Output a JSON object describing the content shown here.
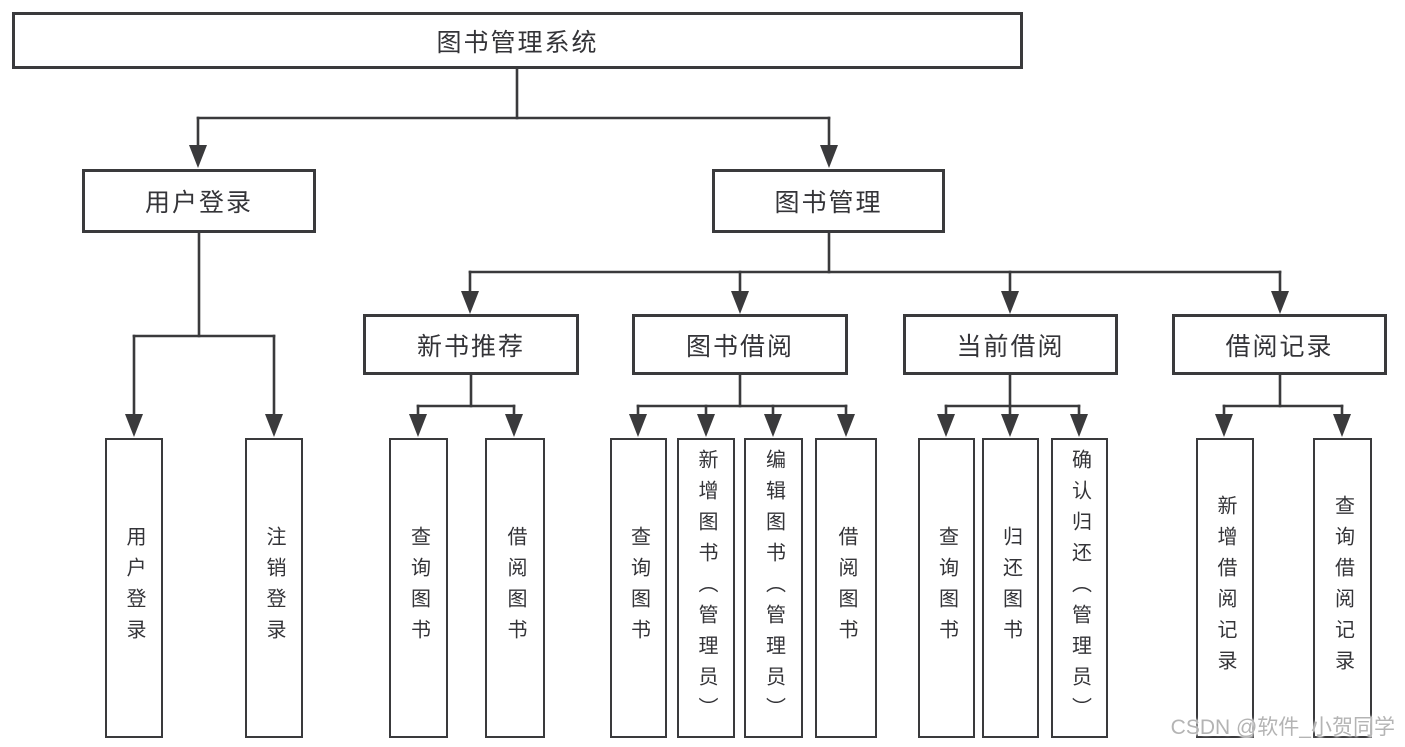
{
  "tree": {
    "label": "图书管理系统",
    "children": [
      {
        "label": "用户登录",
        "children": [
          {
            "label": "用户登录"
          },
          {
            "label": "注销登录"
          }
        ]
      },
      {
        "label": "图书管理",
        "children": [
          {
            "label": "新书推荐",
            "children": [
              {
                "label": "查询图书"
              },
              {
                "label": "借阅图书"
              }
            ]
          },
          {
            "label": "图书借阅",
            "children": [
              {
                "label": "查询图书"
              },
              {
                "label": "新增图书（管理员）"
              },
              {
                "label": "编辑图书（管理员）"
              },
              {
                "label": "借阅图书"
              }
            ]
          },
          {
            "label": "当前借阅",
            "children": [
              {
                "label": "查询图书"
              },
              {
                "label": "归还图书"
              },
              {
                "label": "确认归还（管理员）"
              }
            ]
          },
          {
            "label": "借阅记录",
            "children": [
              {
                "label": "新增借阅记录"
              },
              {
                "label": "查询借阅记录"
              }
            ]
          }
        ]
      }
    ]
  },
  "watermark": {
    "text": "CSDN @软件_小贺同学"
  },
  "colors": {
    "line": "#3a3a3c",
    "text": "#343438",
    "watermark": "#b4b4b4",
    "background": "#ffffff"
  }
}
